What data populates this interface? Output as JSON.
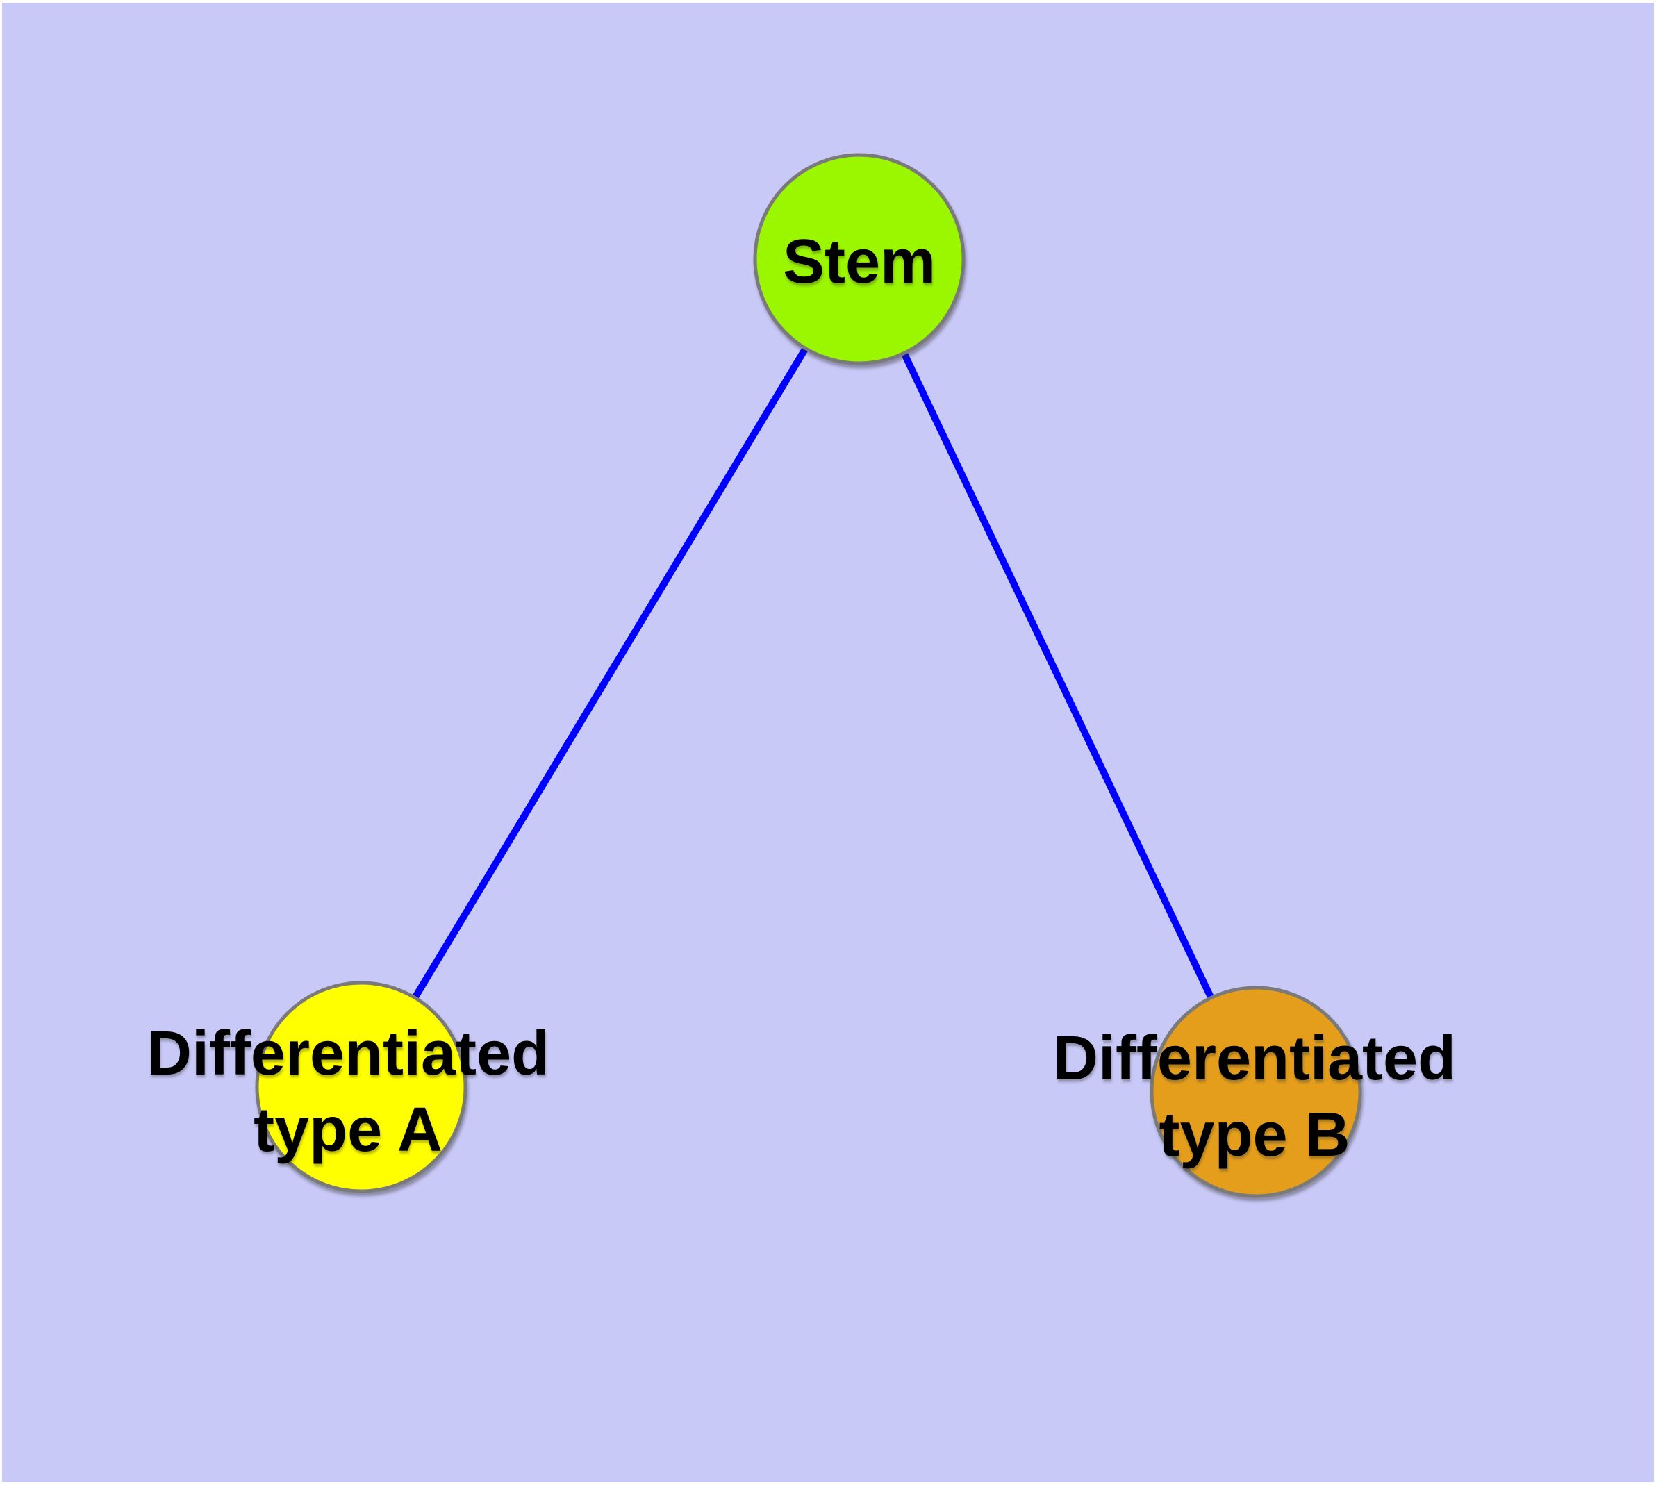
{
  "diagram": {
    "background_color": "#c9c9f8",
    "edge_color": "#0000ff",
    "node_border_color": "#7a7a7a",
    "label_color": "#000000",
    "nodes": {
      "stem": {
        "label": "Stem",
        "fill": "#9bf700"
      },
      "type_a": {
        "label_line1": "Differentiated",
        "label_line2": "type A",
        "fill": "#ffff00"
      },
      "type_b": {
        "label_line1": "Differentiated",
        "label_line2": "type B",
        "fill": "#e49e1d"
      }
    },
    "edges": [
      {
        "from": "Stem",
        "to": "Differentiated type A"
      },
      {
        "from": "Stem",
        "to": "Differentiated type B"
      }
    ]
  }
}
